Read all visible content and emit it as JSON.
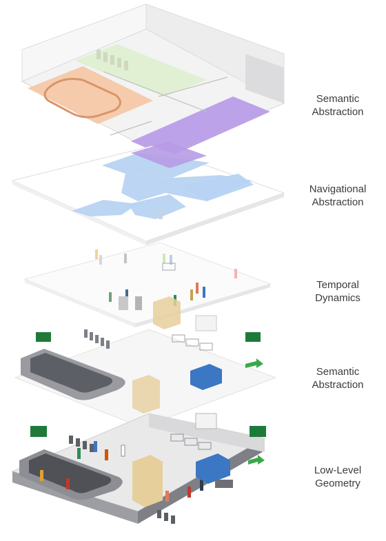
{
  "labels": {
    "layer_1": "Semantic\nAbstraction",
    "layer_2": "Navigational\nAbstraction",
    "layer_3": "Temporal\nDynamics",
    "layer_4": "Semantic\nAbstraction",
    "layer_5": "Low-Level\nGeometry"
  },
  "colors": {
    "room_orange": "#f4c8a6",
    "room_green": "#dff0cf",
    "room_purple": "#b79be6",
    "nav_blue": "#b7d3f2",
    "floor_gray": "#e9e9ea",
    "wall_gray": "#c8c8ca",
    "sign_green": "#1f7a3a",
    "arrow_green": "#3aa84a",
    "scanner_blue": "#3b77c2",
    "wood_beige": "#e7cf9c"
  }
}
